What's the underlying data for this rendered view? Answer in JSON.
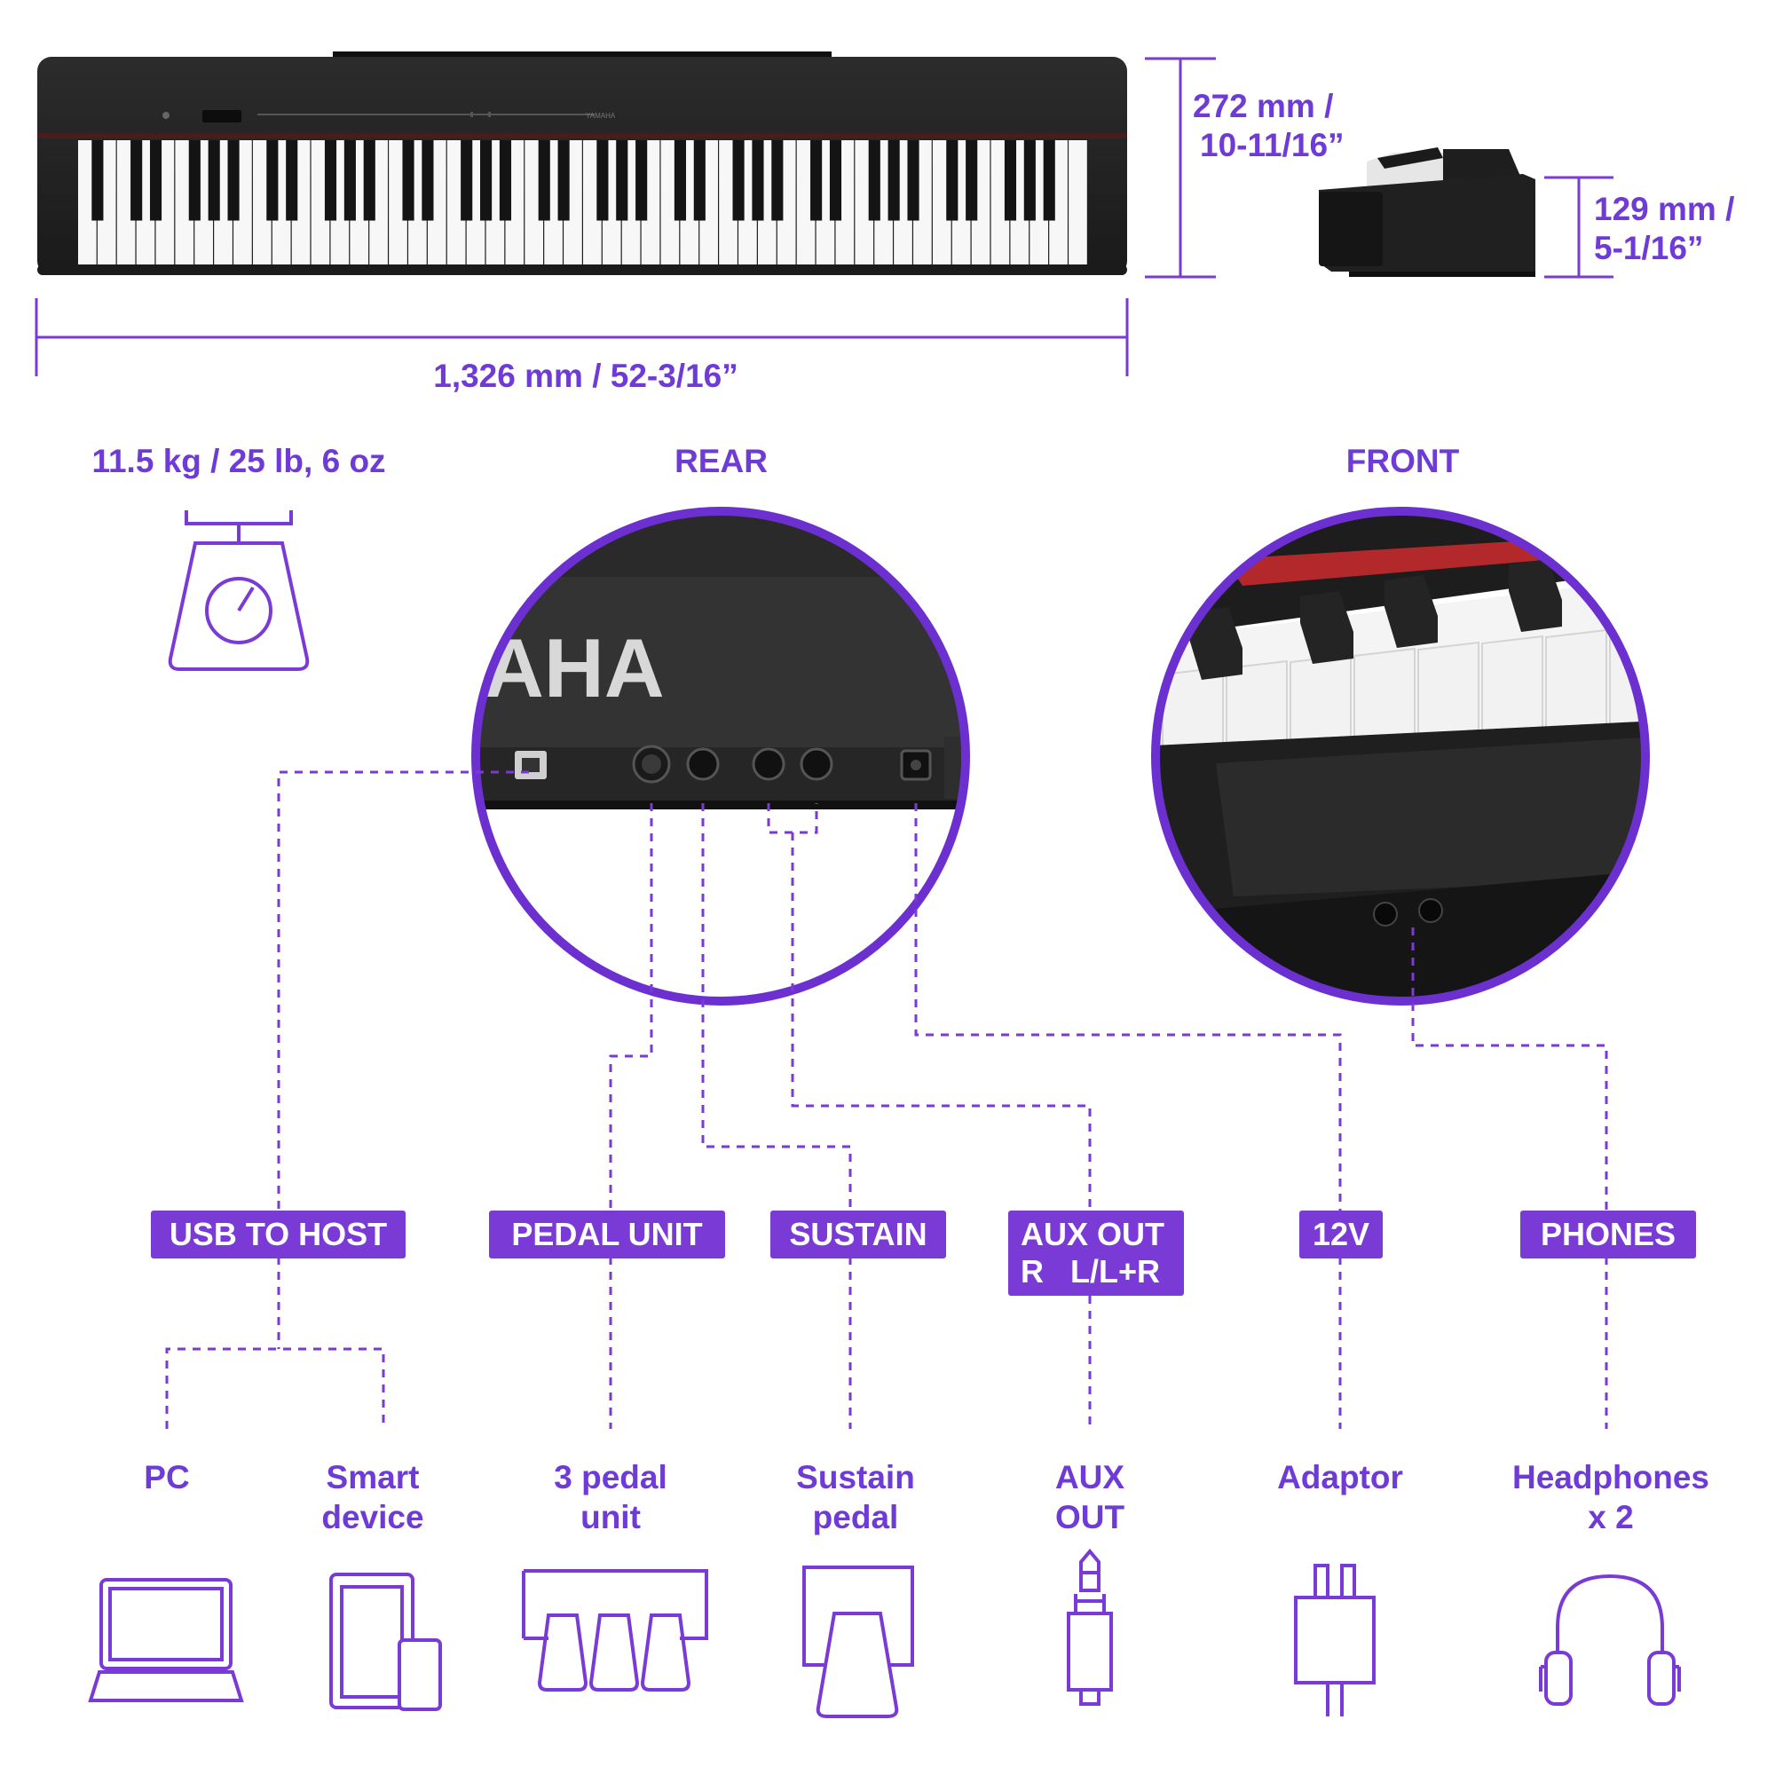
{
  "dimensions": {
    "width": "1,326 mm / 52-3/16”",
    "height_line1": "272 mm /",
    "height_line2": "10-11/16”",
    "depth_line1": "129 mm /",
    "depth_line2": "5-1/16”",
    "weight": "11.5 kg / 25 lb, 6 oz"
  },
  "panels": {
    "rear": "REAR",
    "front": "FRONT",
    "rear_logo_fragment": "AHA"
  },
  "ports": [
    {
      "line1": "USB TO HOST",
      "line2": ""
    },
    {
      "line1": "PEDAL UNIT",
      "line2": ""
    },
    {
      "line1": "SUSTAIN",
      "line2": ""
    },
    {
      "line1": "AUX OUT",
      "line2": "R   L/L+R"
    },
    {
      "line1": "12V",
      "line2": ""
    },
    {
      "line1": "PHONES",
      "line2": ""
    }
  ],
  "devices": [
    {
      "label": "PC",
      "icon": "laptop-icon"
    },
    {
      "label": "Smart device",
      "icon": "tablet-phone-icon"
    },
    {
      "label": "3 pedal unit",
      "icon": "pedal-unit-icon"
    },
    {
      "label": "Sustain pedal",
      "icon": "sustain-pedal-icon"
    },
    {
      "label": "AUX OUT",
      "icon": "audio-jack-icon"
    },
    {
      "label": "Adaptor",
      "icon": "power-adaptor-icon"
    },
    {
      "label": "Headphones x 2",
      "icon": "headphones-icon"
    }
  ],
  "colors": {
    "accent": "#7a3ad6",
    "accent_text": "#6e3bd6",
    "piano_body": "#222222",
    "circle_border": "#6c2fd0"
  }
}
